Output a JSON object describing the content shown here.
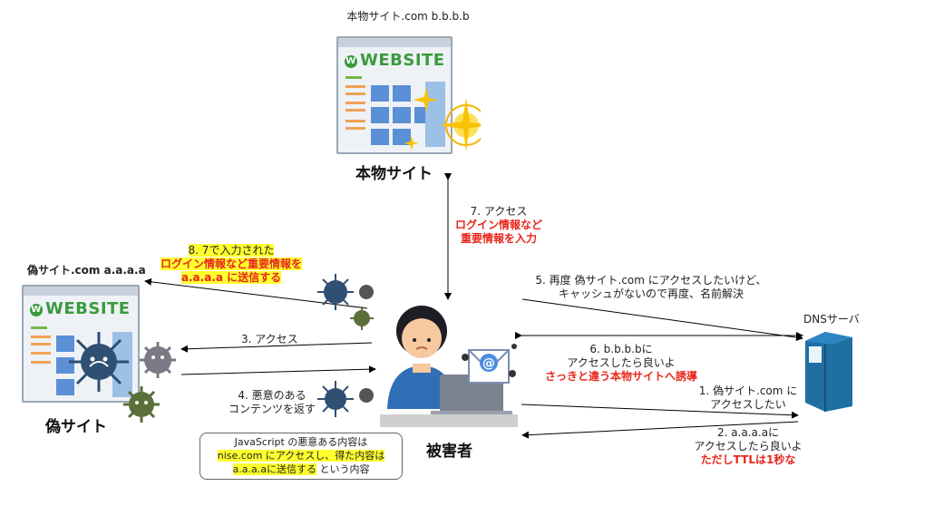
{
  "real_site": {
    "address": "本物サイト.com  b.b.b.b",
    "title": "本物サイト",
    "logo": "WEBSITE"
  },
  "fake_site": {
    "address": "偽サイト.com a.a.a.a",
    "title": "偽サイト",
    "logo": "WEBSITE"
  },
  "victim": {
    "title": "被害者"
  },
  "dns": {
    "title": "DNSサーバ"
  },
  "steps": {
    "s1": {
      "line1": "1. 偽サイト.com に",
      "line2": "アクセスしたい"
    },
    "s2": {
      "line1": "2.  a.a.a.aに",
      "line2": "アクセスしたら良いよ",
      "line3": "ただしTTLは1秒な"
    },
    "s3": {
      "line1": "3. アクセス"
    },
    "s4": {
      "line1": "4. 悪意のある",
      "line2": "コンテンツを返す"
    },
    "s5": {
      "line1": "5. 再度 偽サイト.com にアクセスしたいけど、",
      "line2": "キャッシュがないので再度、名前解決"
    },
    "s6": {
      "line1": "6.  b.b.b.bに",
      "line2": "アクセスしたら良いよ",
      "line3": "さっきと違う本物サイトへ誘導"
    },
    "s7": {
      "line1": "7. アクセス",
      "line2": "ログイン情報など",
      "line3": "重要情報を入力"
    },
    "s8": {
      "line1": "8. 7で入力された",
      "line2": "ログイン情報など重要情報を",
      "line3": "a.a.a.a に送信する"
    }
  },
  "callout": {
    "line1": "JavaScript の悪意ある内容は",
    "line2a": "nise.com にアクセスし、得た内容は",
    "line3a": "a.a.a.aに送信する",
    "line3b": " という内容"
  },
  "colors": {
    "arrow": "#000000",
    "emphasis": "#e8261c",
    "highlight": "#ffff2e",
    "server": "#1f6fa3",
    "virus": "#2f4f73"
  }
}
